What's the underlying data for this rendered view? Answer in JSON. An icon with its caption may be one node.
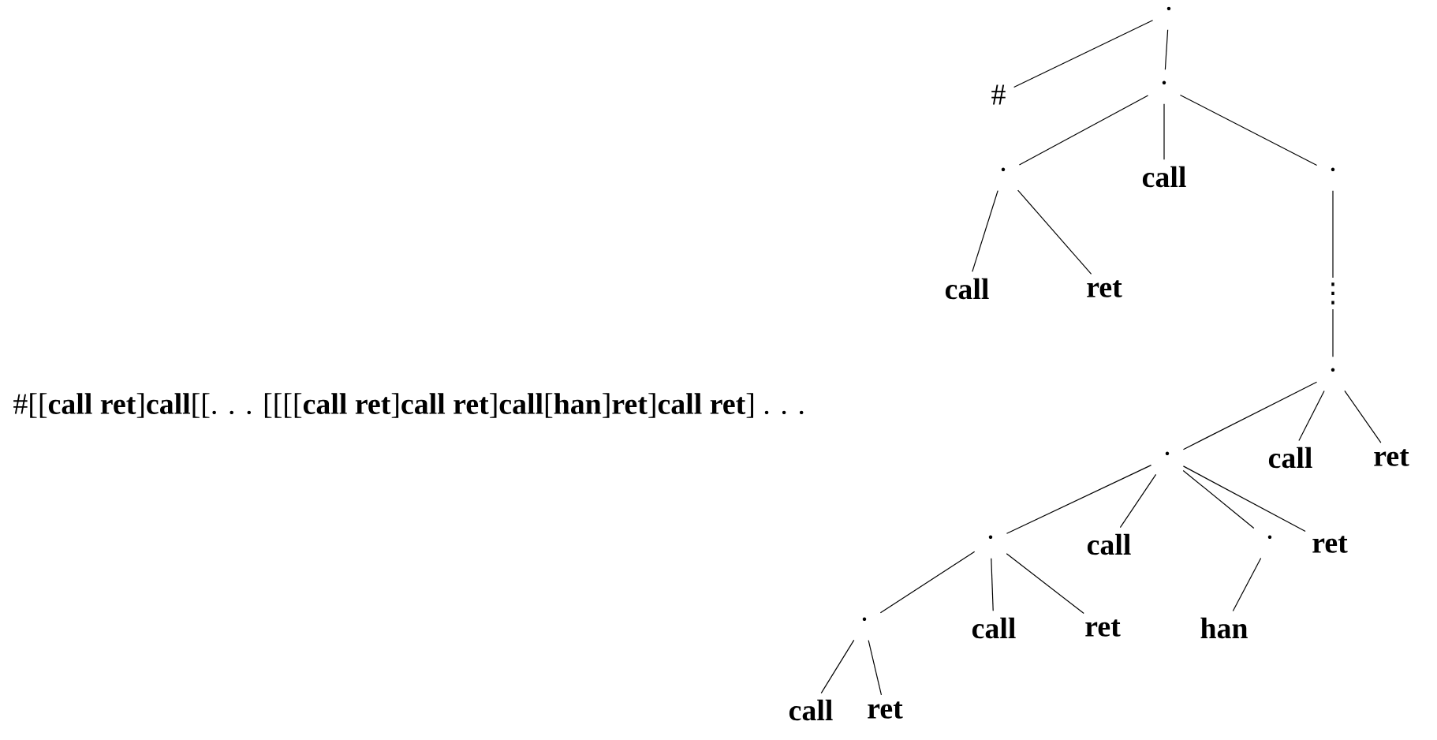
{
  "diagram": {
    "nodes": [
      {
        "text": [
          "·"
        ]
      },
      {
        "text": [
          "#"
        ]
      },
      {
        "text": [
          "·"
        ]
      },
      {
        "text": [
          "·"
        ]
      },
      {
        "text": [
          "call"
        ]
      },
      {
        "text": [
          "·"
        ]
      },
      {
        "text": [
          "call"
        ]
      },
      {
        "text": [
          "ret"
        ]
      },
      {
        "text": [
          "⋮"
        ]
      },
      {
        "text": [
          "·"
        ]
      },
      {
        "text": [
          "·"
        ]
      },
      {
        "text": [
          "call"
        ]
      },
      {
        "text": [
          "ret"
        ]
      },
      {
        "text": [
          "·"
        ]
      },
      {
        "text": [
          "call"
        ]
      },
      {
        "text": [
          "·"
        ]
      },
      {
        "text": [
          "ret"
        ]
      },
      {
        "text": [
          "·"
        ]
      },
      {
        "text": [
          "call"
        ]
      },
      {
        "text": [
          "ret"
        ]
      },
      {
        "text": [
          "han"
        ]
      },
      {
        "text": [
          "call"
        ]
      },
      {
        "text": [
          "ret"
        ]
      }
    ],
    "edges": [
      {
        "from": 0,
        "to": 1,
        "arrow": "none"
      },
      {
        "from": 0,
        "to": 2,
        "arrow": "none"
      },
      {
        "from": 2,
        "to": 3,
        "arrow": "none"
      },
      {
        "from": 2,
        "to": 4,
        "arrow": "none"
      },
      {
        "from": 2,
        "to": 5,
        "arrow": "none"
      },
      {
        "from": 3,
        "to": 6,
        "arrow": "none"
      },
      {
        "from": 3,
        "to": 7,
        "arrow": "none"
      },
      {
        "from": 5,
        "to": 8,
        "arrow": "none"
      },
      {
        "from": 8,
        "to": 9,
        "arrow": "none"
      },
      {
        "from": 9,
        "to": 10,
        "arrow": "none"
      },
      {
        "from": 9,
        "to": 11,
        "arrow": "none"
      },
      {
        "from": 9,
        "to": 12,
        "arrow": "none"
      },
      {
        "from": 10,
        "to": 13,
        "arrow": "none"
      },
      {
        "from": 10,
        "to": 14,
        "arrow": "none"
      },
      {
        "from": 10,
        "to": 15,
        "arrow": "none"
      },
      {
        "from": 10,
        "to": 16,
        "arrow": "none"
      },
      {
        "from": 13,
        "to": 17,
        "arrow": "none"
      },
      {
        "from": 13,
        "to": 18,
        "arrow": "none"
      },
      {
        "from": 13,
        "to": 19,
        "arrow": "none"
      },
      {
        "from": 15,
        "to": 20,
        "arrow": "none"
      },
      {
        "from": 17,
        "to": 21,
        "arrow": "none"
      },
      {
        "from": 17,
        "to": 22,
        "arrow": "none"
      }
    ],
    "labels": [
      "#[[**call ret**]**call**[[. . . [[[[**call ret**]**call ret**]**call**[**han**]**ret**]**call ret**] . . ."
    ]
  }
}
